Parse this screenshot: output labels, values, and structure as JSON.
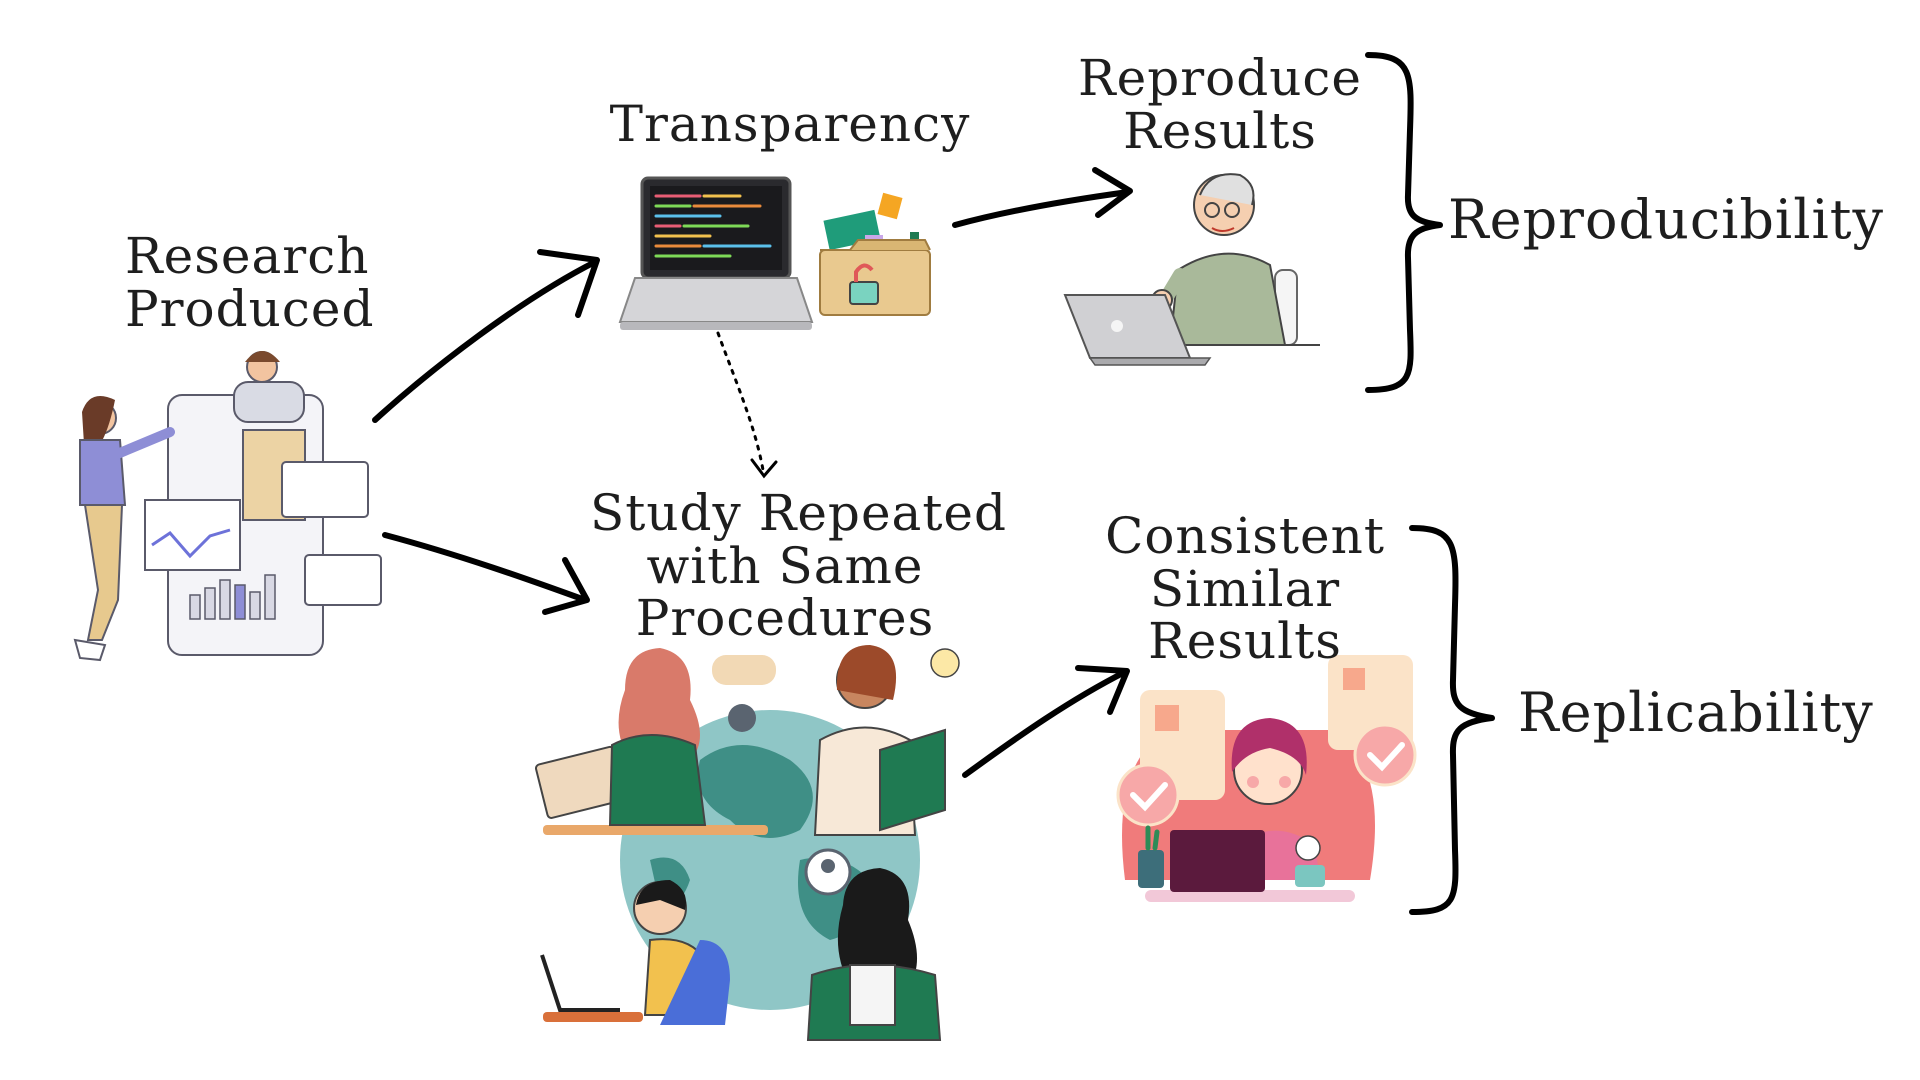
{
  "nodes": {
    "research": {
      "lines": [
        "Research",
        "Produced"
      ]
    },
    "transparency": {
      "lines": [
        "Transparency"
      ]
    },
    "reproduce": {
      "lines": [
        "Reproduce",
        "Results"
      ]
    },
    "study": {
      "lines": [
        "Study Repeated",
        "with Same",
        "Procedures"
      ]
    },
    "consistent": {
      "lines": [
        "Consistent",
        "Similar",
        "Results"
      ]
    }
  },
  "concepts": {
    "reproducibility": "Reproducibility",
    "replicability": "Replicability"
  },
  "icons": {
    "research": "research-team-board-icon",
    "transparency_laptop": "laptop-code-icon",
    "transparency_folder": "unlocked-folder-icon",
    "reproduce": "man-at-laptop-icon",
    "study": "global-researchers-icon",
    "consistent": "woman-with-checkmarks-icon"
  },
  "colors": {
    "text": "#1e1e1e",
    "arrow": "#000000",
    "green": "#1f7a52",
    "globe": "#8fc6c6",
    "pink": "#f07b7b",
    "tan": "#e9c98f",
    "purple": "#8e8ed6"
  }
}
